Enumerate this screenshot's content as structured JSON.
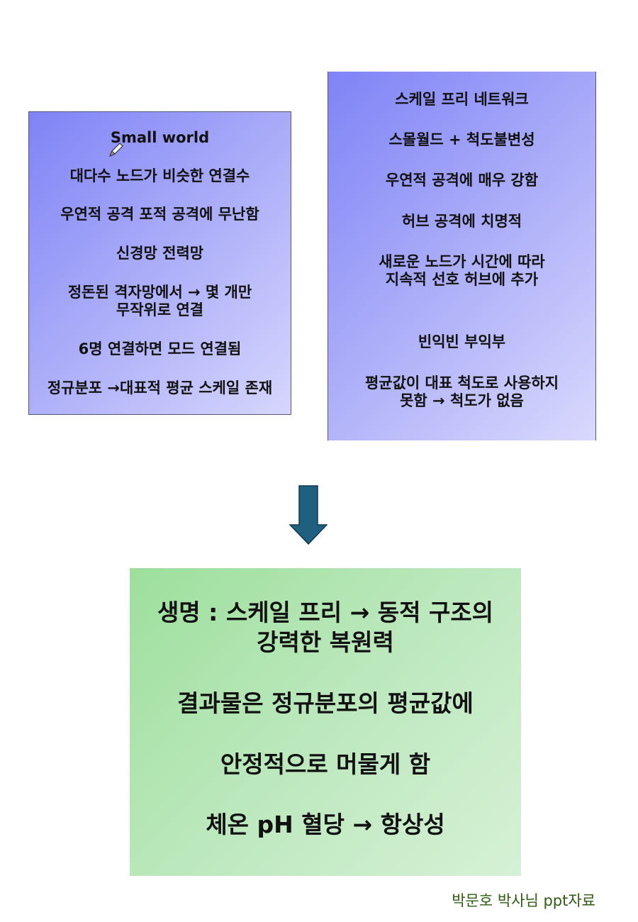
{
  "left_card": {
    "lines": [
      "Small world",
      "대다수 노드가 비슷한 연결수",
      "우연적 공격 포적 공격에 무난함",
      "신경망 전력망",
      "정돈된 격자망에서 → 몇 개만\n무작위로 연결",
      "6명 연결하면 모드 연결됨",
      "정규분포 →대표적 평균 스케일 존재"
    ]
  },
  "right_card": {
    "lines": [
      "스케일 프리 네트워크",
      "스몰월드 + 척도불변성",
      "우연적 공격에 매우 강함",
      "허브 공격에 치명적",
      "새로운 노드가 시간에 따라\n지속적 선호 허브에 추가",
      "빈익빈 부익부",
      "평균값이 대표 척도로 사용하지\n못함 → 척도가 없음"
    ]
  },
  "arrow": {
    "icon": "down-arrow-icon",
    "fill": "#1f5f7f",
    "stroke": "#0d3a50"
  },
  "bottom_card": {
    "lines": [
      "생명 : 스케일 프리 → 동적 구조의\n강력한 복원력",
      "결과물은 정규분포의 평균값에",
      "안정적으로 머물게 함",
      "체온 pH 혈당 → 항상성"
    ]
  },
  "credit": "박문호 박사님 ppt자료",
  "colors": {
    "blue_card": "#a7a9f8",
    "green_card": "#bce8bd",
    "credit_text": "#2f5b12"
  },
  "cursor_icon": "pen-cursor-icon"
}
